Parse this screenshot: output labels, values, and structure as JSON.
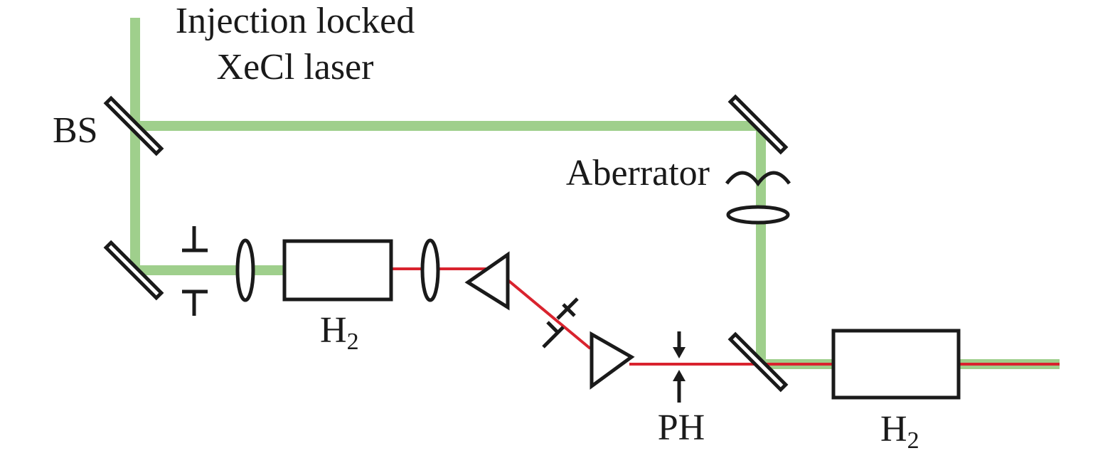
{
  "title": {
    "line1": "Injection locked",
    "line2": "XeCl laser"
  },
  "labels": {
    "beam_splitter": "BS",
    "aberrator": "Aberrator",
    "cell1": {
      "base": "H",
      "sub": "2"
    },
    "cell2": {
      "base": "H",
      "sub": "2"
    },
    "pinhole": "PH"
  },
  "colors": {
    "pump_beam": "#9fcf8c",
    "stokes_beam": "#d9232e",
    "outline": "#1a1a1a"
  }
}
